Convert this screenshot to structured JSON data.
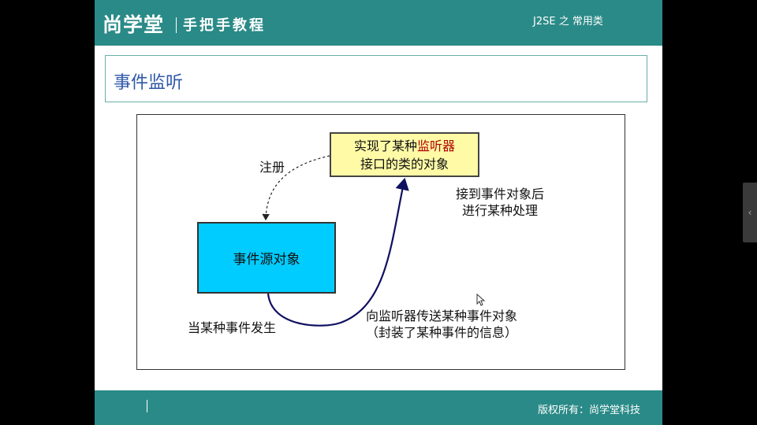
{
  "header": {
    "logo_text": "尚学堂",
    "tagline": "手把手教程",
    "course": "J2SE 之 常用类"
  },
  "slide_title": "事件监听",
  "diagram": {
    "listener_box": {
      "line1": "实现了某种",
      "line1_highlight": "监听器",
      "line2": "接口的类的对象"
    },
    "source_box": "事件源对象",
    "register_label": "注册",
    "process_label_line1": "接到事件对象后",
    "process_label_line2": "进行某种处理",
    "event_label": "当某种事件发生",
    "send_label_line1": "向监听器传送某种事件对象",
    "send_label_line2": "（封装了某种事件的信息）"
  },
  "footer": {
    "copyright": "版权所有：尚学堂科技"
  },
  "colors": {
    "header_bar": "#2a8a87",
    "title_text": "#2e58a8",
    "listener_fill": "#fffaa6",
    "source_fill": "#00ccff",
    "highlight": "#b00000",
    "arrow_solid": "#101060"
  }
}
